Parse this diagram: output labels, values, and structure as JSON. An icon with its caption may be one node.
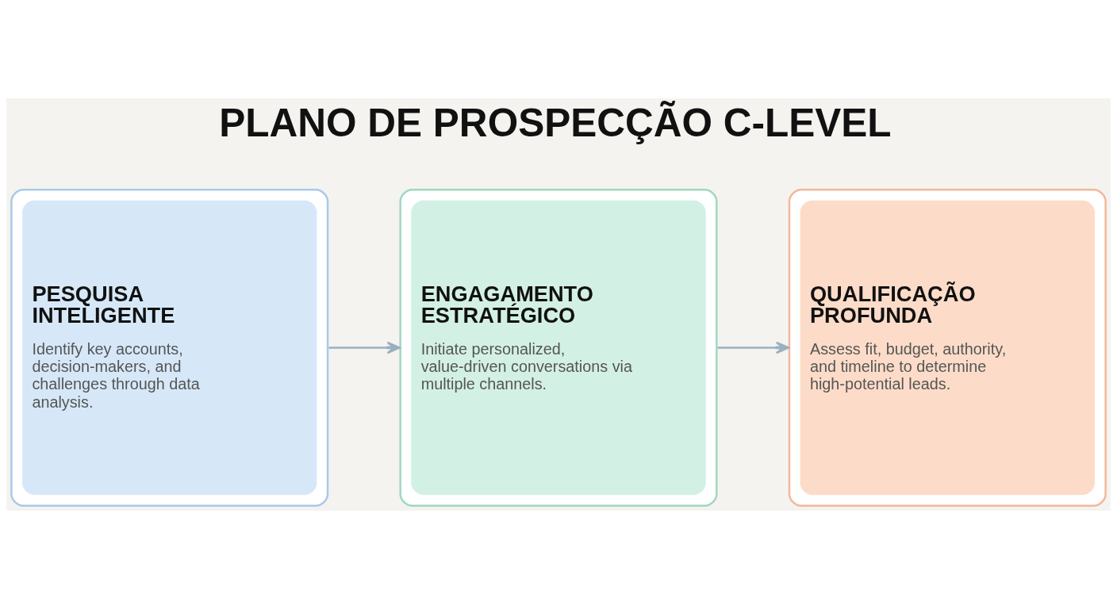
{
  "diagram": {
    "title": "PLANO DE PROSPECÇÃO C-LEVEL",
    "nodes": [
      {
        "text": [
          "PESQUISA INTELIGENTE",
          "Identify key accounts, decision-makers, and challenges through data analysis."
        ]
      },
      {
        "text": [
          "ENGAGAMENTO ESTRATÉGICO",
          "Initiate personalized, value-driven conversations via multiple channels."
        ]
      },
      {
        "text": [
          "QUALIFICAÇÃO PROFUNDA",
          "Assess fit, budget, authority, and timeline to determine high-potential leads."
        ]
      }
    ],
    "edges": [
      {
        "from": 0,
        "to": 1,
        "arrow": "to"
      },
      {
        "from": 1,
        "to": 2,
        "arrow": "to"
      }
    ]
  }
}
